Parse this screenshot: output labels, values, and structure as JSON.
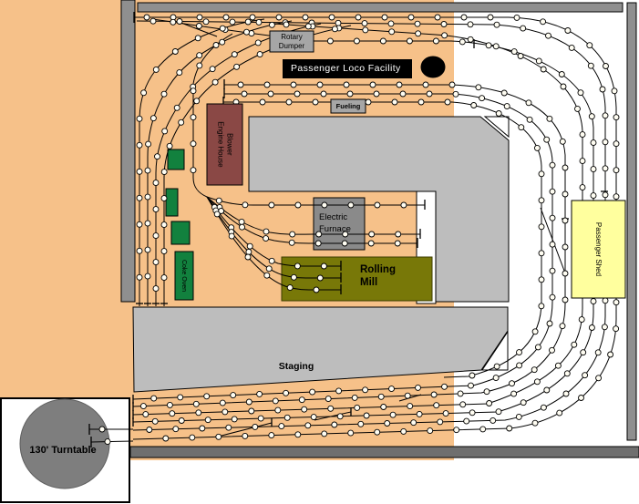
{
  "palette": {
    "base": "#F6C189",
    "area-gray": "#BDBDBD",
    "wall-gray": "#8F8F8F",
    "wall-dark": "#6F6F6F",
    "box-gray": "#A6A6A6",
    "furnace-gray": "#8A8A8A",
    "turntable-gray": "#7E7E7E",
    "maroon": "#8A4845",
    "olive": "#787808",
    "green": "#12813E",
    "yellow": "#FFFF9E",
    "black": "#000000",
    "white": "#FFFFFF",
    "node-fill": "#FFFDF2"
  },
  "structures": {
    "rotary_dumper": {
      "line1": "Rotary",
      "line2": "Dumper"
    },
    "passenger_loco_facility": {
      "label": "Passenger Loco Facility"
    },
    "fueling": {
      "label": "Fueling"
    },
    "blower_engine_house": {
      "line1": "Blower",
      "line2": "Engine House"
    },
    "electric_furnace": {
      "line1": "Electric",
      "line2": "Furnace"
    },
    "rolling_mill": {
      "line1": "Rolling",
      "line2": "Mill"
    },
    "coke_oven": {
      "label": "Coke Oven"
    },
    "passenger_shed": {
      "label": "Passenger Shed"
    },
    "turntable": {
      "label": "130' Turntable"
    }
  },
  "areas": {
    "staging": {
      "label": "Staging"
    }
  }
}
